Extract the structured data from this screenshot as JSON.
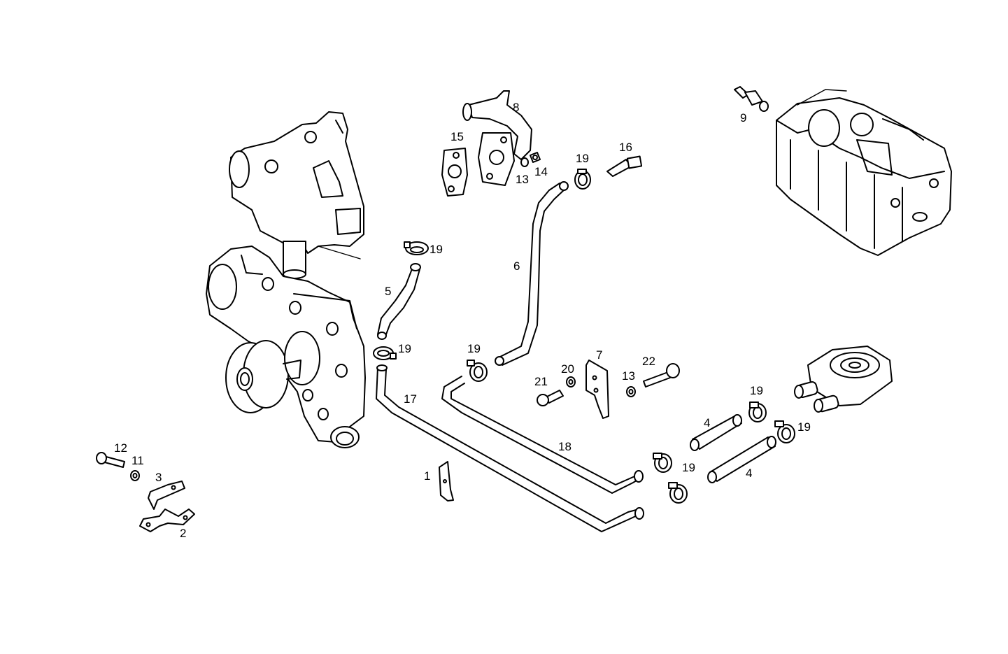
{
  "diagram": {
    "callouts": [
      {
        "id": "c1",
        "text": "1"
      },
      {
        "id": "c2",
        "text": "2"
      },
      {
        "id": "c3",
        "text": "3"
      },
      {
        "id": "c4a",
        "text": "4"
      },
      {
        "id": "c4b",
        "text": "4"
      },
      {
        "id": "c5",
        "text": "5"
      },
      {
        "id": "c6",
        "text": "6"
      },
      {
        "id": "c7",
        "text": "7"
      },
      {
        "id": "c8",
        "text": "8"
      },
      {
        "id": "c9",
        "text": "9"
      },
      {
        "id": "c11",
        "text": "11"
      },
      {
        "id": "c12",
        "text": "12"
      },
      {
        "id": "c13a",
        "text": "13"
      },
      {
        "id": "c13b",
        "text": "13"
      },
      {
        "id": "c14",
        "text": "14"
      },
      {
        "id": "c15",
        "text": "15"
      },
      {
        "id": "c16",
        "text": "16"
      },
      {
        "id": "c17",
        "text": "17"
      },
      {
        "id": "c18",
        "text": "18"
      },
      {
        "id": "c19a",
        "text": "19"
      },
      {
        "id": "c19b",
        "text": "19"
      },
      {
        "id": "c19c",
        "text": "19"
      },
      {
        "id": "c19d",
        "text": "19"
      },
      {
        "id": "c19e",
        "text": "19"
      },
      {
        "id": "c19f",
        "text": "19"
      },
      {
        "id": "c19g",
        "text": "19"
      },
      {
        "id": "c20",
        "text": "20"
      },
      {
        "id": "c21",
        "text": "21"
      },
      {
        "id": "c22",
        "text": "22"
      }
    ]
  }
}
